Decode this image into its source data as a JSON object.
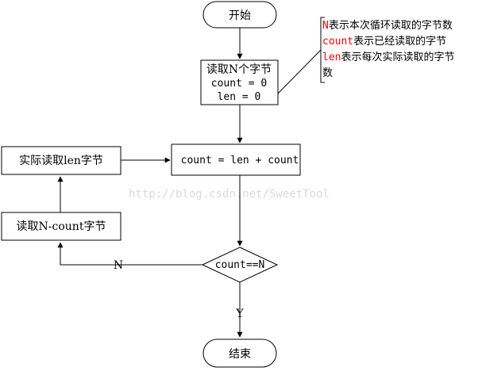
{
  "flowchart": {
    "start_label": "开始",
    "read_block": {
      "line1": "读取N个字节",
      "line2": "count = 0",
      "line3": "len = 0"
    },
    "update_label": "count = len + count",
    "actual_read_label": "实际读取len字节",
    "read_remaining_label": "读取N-count字节",
    "decision_label": "count==N",
    "branch_no_label": "N",
    "branch_yes_label": "Y",
    "end_label": "结束"
  },
  "annotation": {
    "key1": "N",
    "text1": "表示本次循环读取的字节数",
    "key2": "count",
    "text2": "表示已经读取的字节",
    "key3": "len",
    "text3": "表示每次实际读取的字节",
    "text4": "数"
  },
  "watermark": "http://blog.csdn.net/SweetTool",
  "colors": {
    "stroke": "#000000",
    "annotation_key": "#ff0000",
    "watermark": "#d9d9d9"
  }
}
